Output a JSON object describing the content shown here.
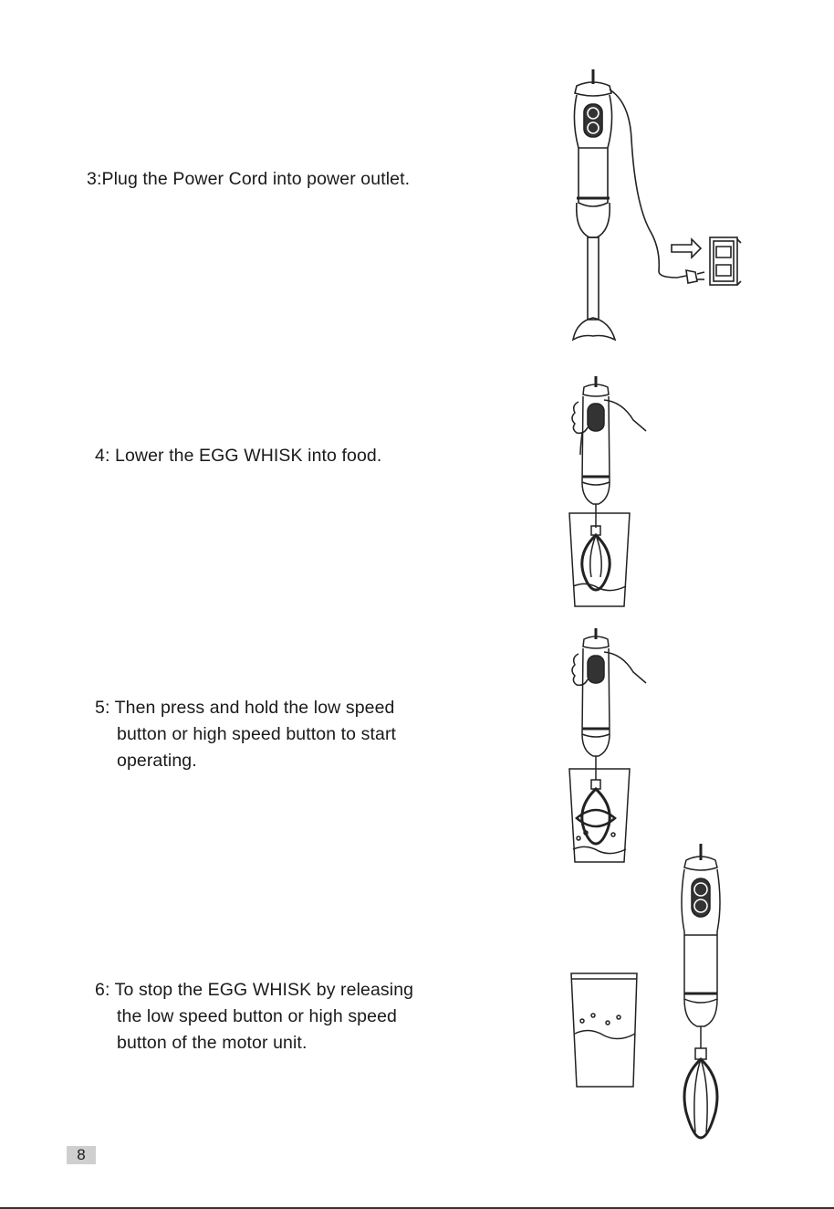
{
  "steps": [
    {
      "number": "3:",
      "lines": [
        "Plug the Power Cord into power outlet."
      ]
    },
    {
      "number": "4:",
      "lines": [
        "Lower the EGG WHISK into food."
      ]
    },
    {
      "number": "5:",
      "lines": [
        "Then press and hold the low speed",
        "button or high speed button to start",
        "operating."
      ]
    },
    {
      "number": "6:",
      "lines": [
        "To stop the EGG WHISK by releasing",
        "the low speed button or high speed",
        "button of the motor unit."
      ]
    }
  ],
  "page_number": "8",
  "illustrations": {
    "step3": "hand-blender-plugged-into-outlet",
    "step4": "hand-holding-blender-whisk-lowered-into-beaker",
    "step5": "hand-holding-blender-whisk-rotating-in-beaker",
    "step6": "blender-with-whisk-removed-beside-beaker"
  }
}
